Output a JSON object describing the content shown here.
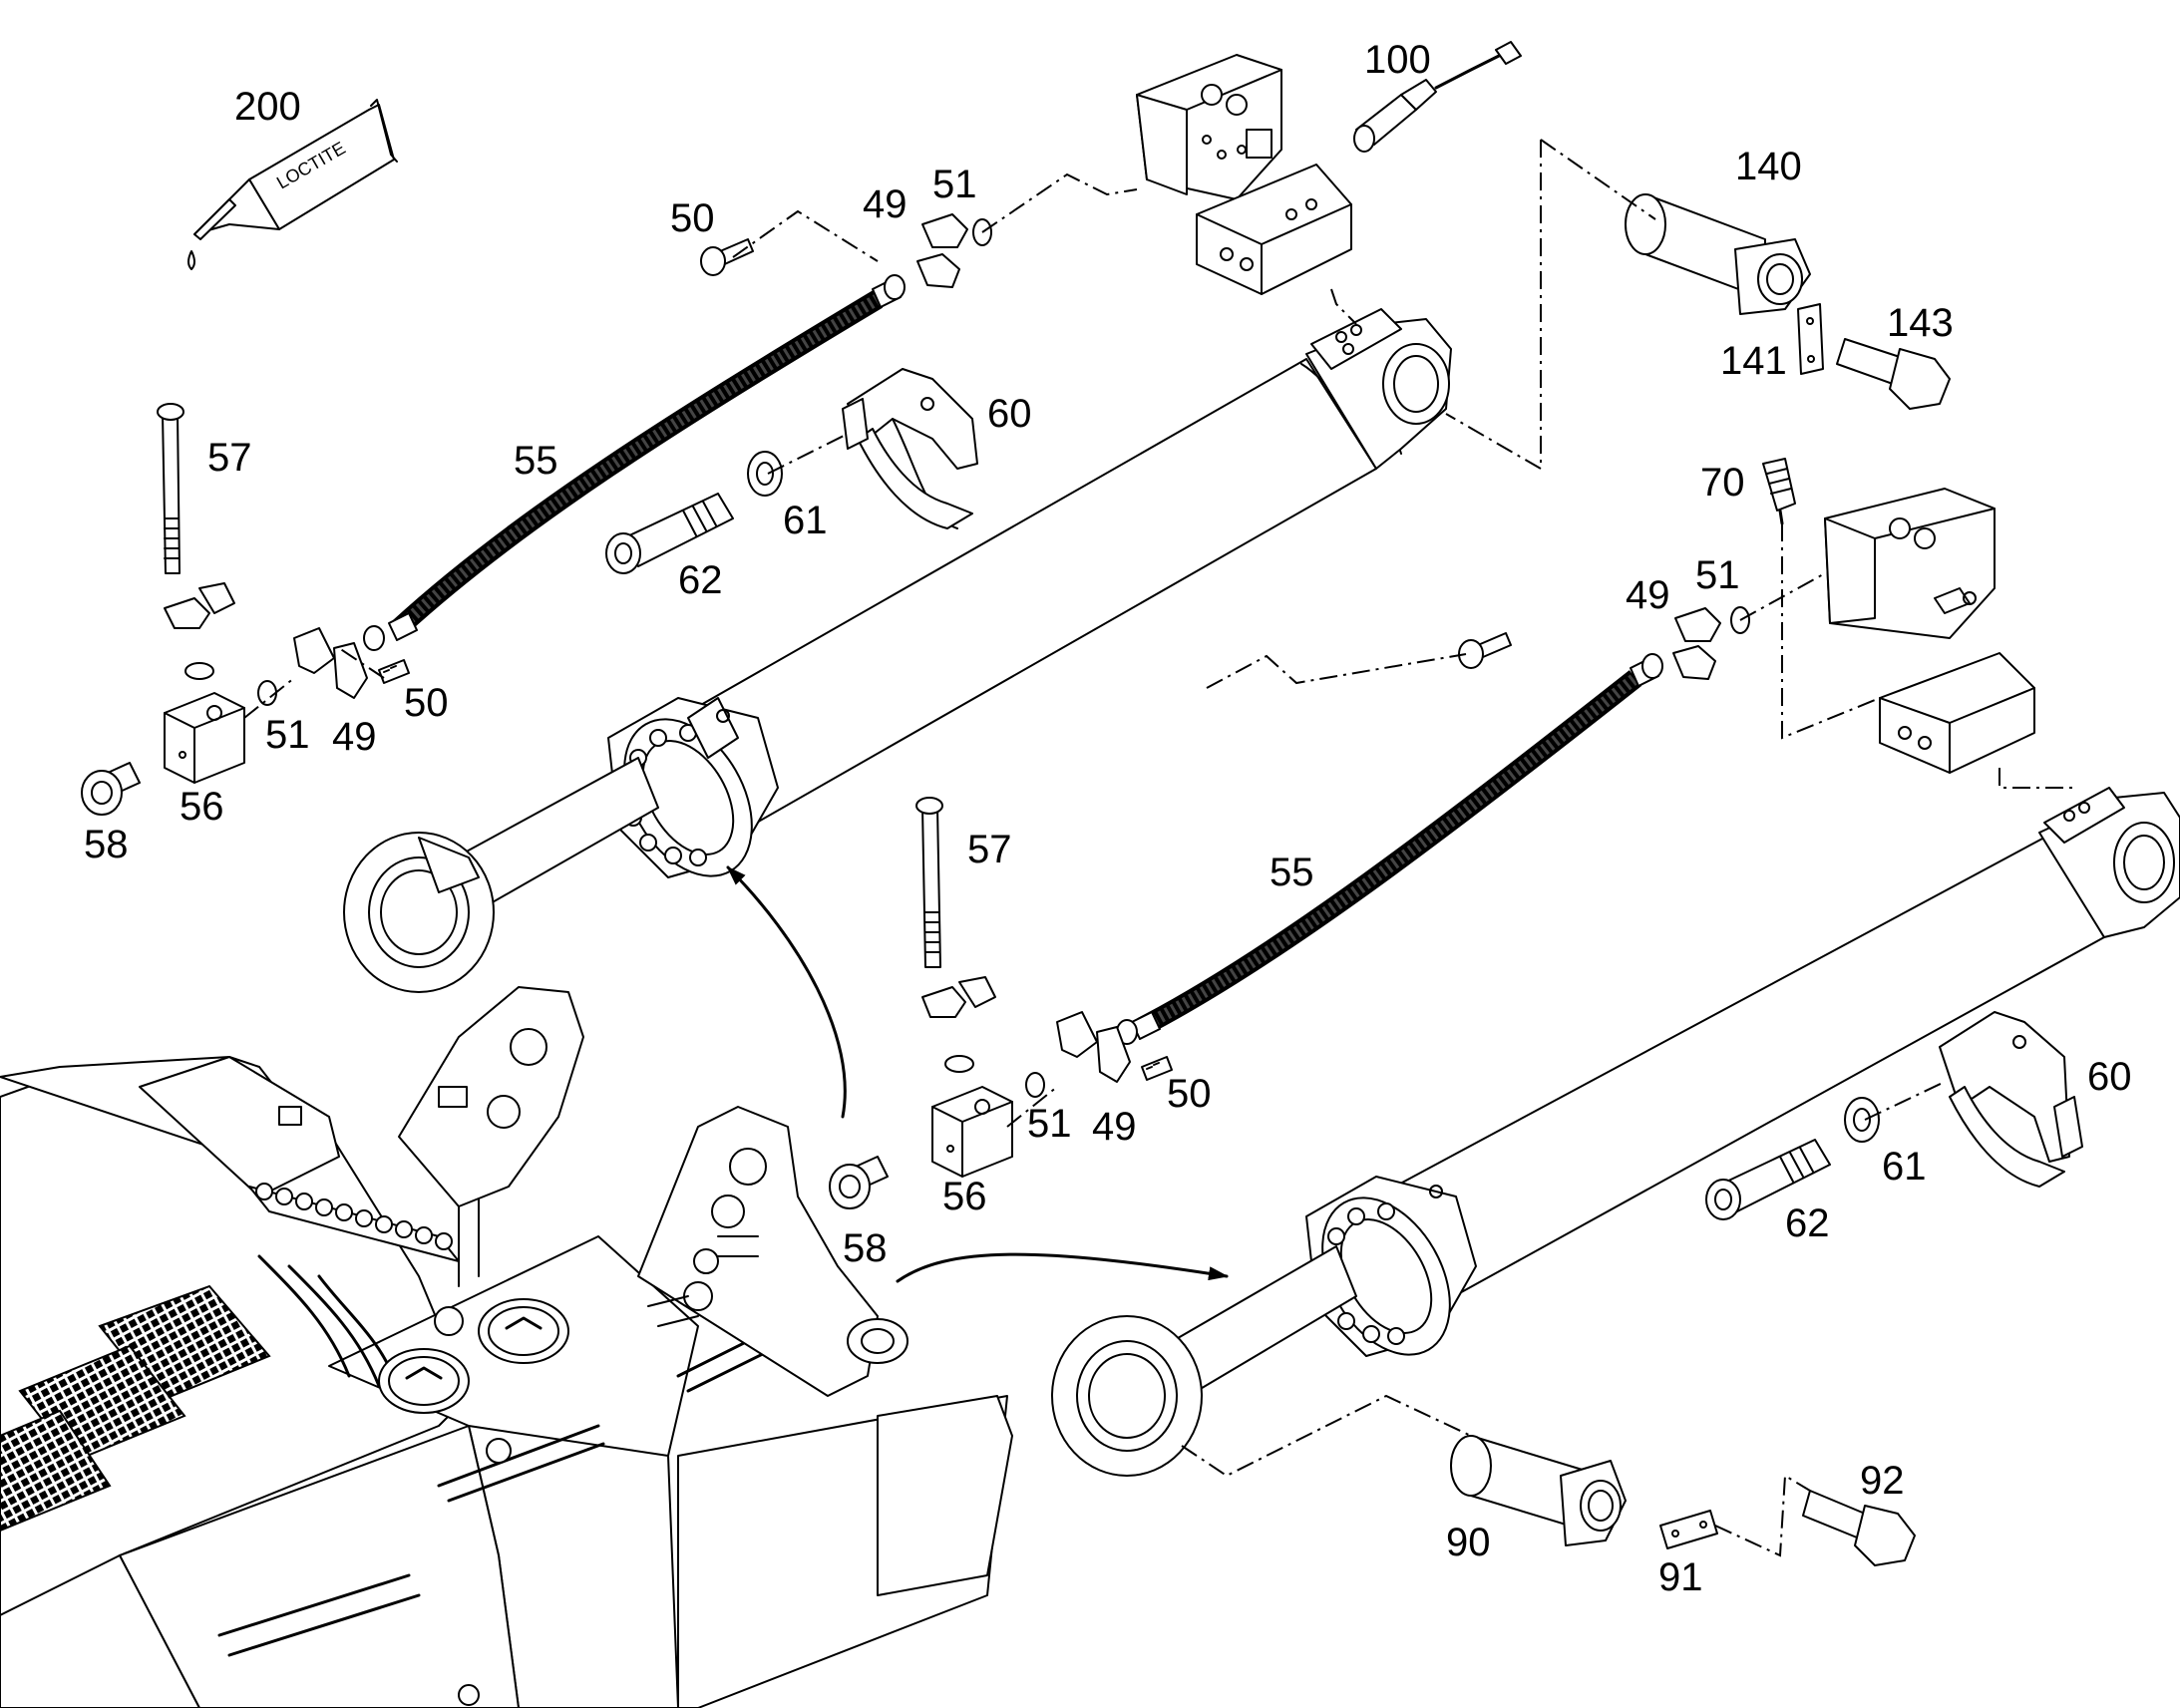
{
  "labels": {
    "l200": "200",
    "l100": "100",
    "l140": "140",
    "l143": "143",
    "l141": "141",
    "l50a": "50",
    "l49a": "49",
    "l51a": "51",
    "l57a": "57",
    "l55a": "55",
    "l60a": "60",
    "l61a": "61",
    "l62a": "62",
    "l50b": "50",
    "l51b": "51",
    "l49b": "49",
    "l56a": "56",
    "l58a": "58",
    "l70": "70",
    "l49c": "49",
    "l51c": "51",
    "l57b": "57",
    "l55b": "55",
    "l51d": "51",
    "l49d": "49",
    "l50c": "50",
    "l56b": "56",
    "l58b": "58",
    "l60b": "60",
    "l61b": "61",
    "l62b": "62",
    "l90": "90",
    "l91": "91",
    "l92": "92"
  },
  "tube_text": "LOCTITE"
}
